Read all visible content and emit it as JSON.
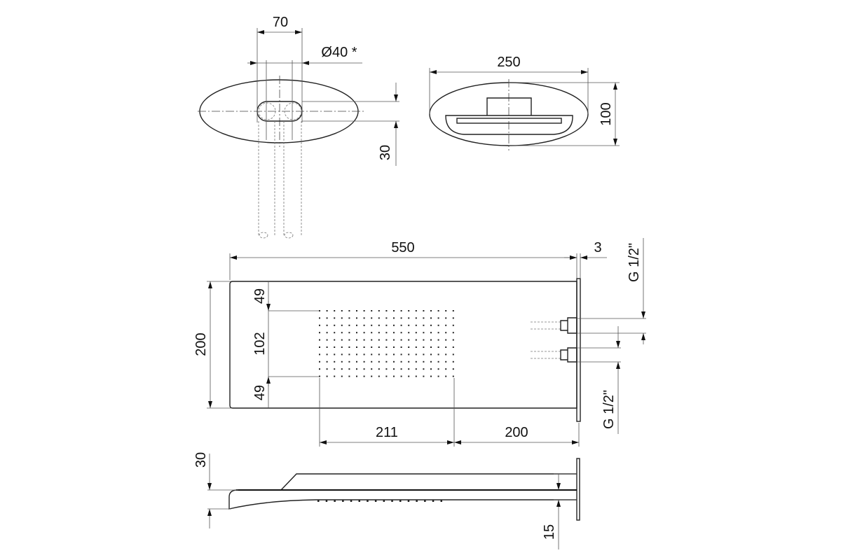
{
  "dimensions": {
    "top_left": {
      "spacing": "70",
      "diameter": "Ø40 *",
      "slot_height": "30"
    },
    "top_right": {
      "width": "250",
      "height": "100"
    },
    "front": {
      "length": "550",
      "plate": "3",
      "height": "200",
      "top_margin": "49",
      "nozzle_height": "102",
      "bottom_margin": "49",
      "nozzle_width": "211",
      "offset": "200",
      "thread_top": "G 1/2\"",
      "thread_bottom": "G 1/2\""
    },
    "side": {
      "thickness": "30",
      "edge": "15"
    }
  },
  "colors": {
    "line": "#222222",
    "dim": "#555555"
  }
}
